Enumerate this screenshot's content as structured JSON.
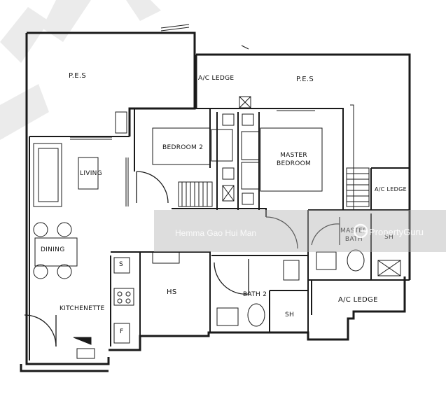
{
  "rooms": {
    "pes_left": "P.E.S",
    "pes_right": "P.E.S",
    "ac_ledge_top": "A/C LEDGE",
    "ac_ledge_right": "A/C LEDGE",
    "ac_ledge_bottom": "A/C LEDGE",
    "bedroom2": "BEDROOM 2",
    "master_line1": "MASTER",
    "master_line2": "BEDROOM",
    "living": "LIVING",
    "dining": "DINING",
    "kitchenette": "KITCHENETTE",
    "hs": "HS",
    "bath2": "BATH 2",
    "sh_bath2": "SH",
    "master_bath_line1": "MASTER",
    "master_bath_line2": "BATH",
    "sh_master": "SH",
    "s_box": "S",
    "f_box": "F"
  },
  "watermark": {
    "agent_name": "Hemma Gao Hui Man",
    "brand": "PropertyGuru"
  },
  "colors": {
    "wall": "#1a1a1a",
    "watermark_band": "#b4b4b4"
  }
}
